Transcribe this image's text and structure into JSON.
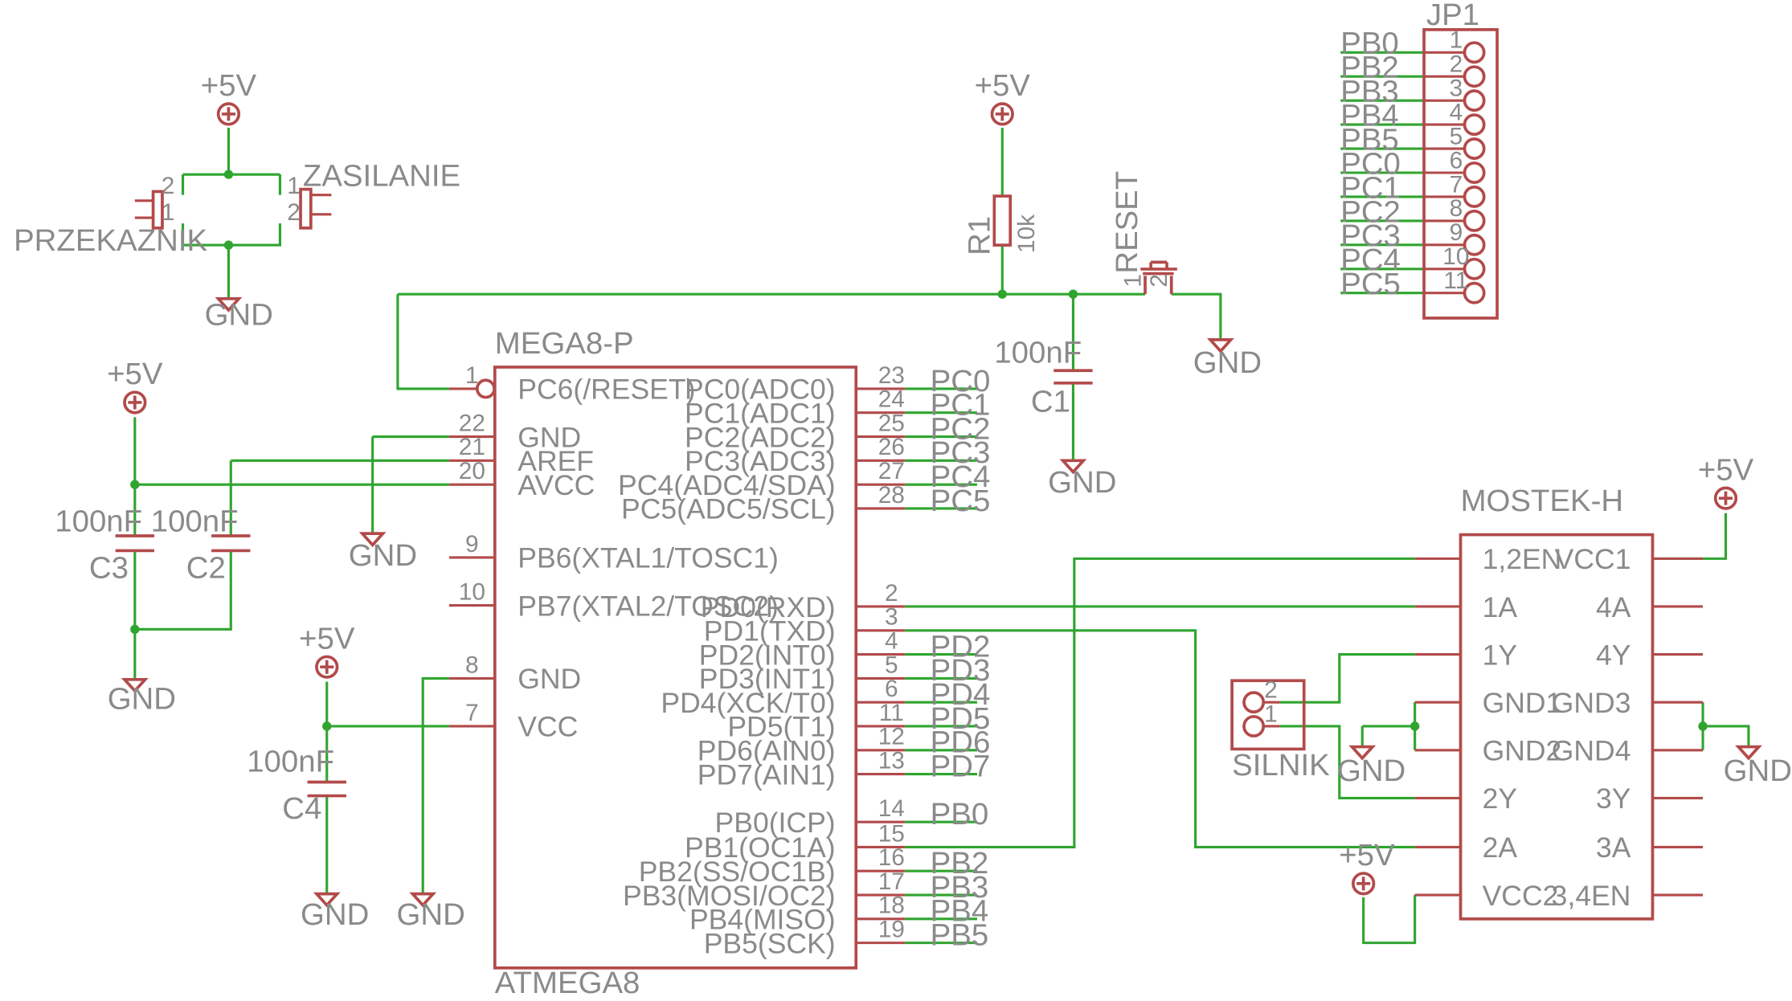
{
  "power": {
    "vcc": "+5V",
    "gnd": "GND"
  },
  "mcu": {
    "name": "MEGA8-P",
    "value": "ATMEGA8",
    "pins_left": [
      {
        "num": "1",
        "name": "PC6(/RESET)"
      },
      {
        "num": "22",
        "name": "GND"
      },
      {
        "num": "21",
        "name": "AREF"
      },
      {
        "num": "20",
        "name": "AVCC"
      },
      {
        "num": "9",
        "name": "PB6(XTAL1/TOSC1)"
      },
      {
        "num": "10",
        "name": "PB7(XTAL2/TOSC2)"
      },
      {
        "num": "8",
        "name": "GND"
      },
      {
        "num": "7",
        "name": "VCC"
      }
    ],
    "pins_right": [
      {
        "num": "23",
        "name": "PC0(ADC0)",
        "net": "PC0"
      },
      {
        "num": "24",
        "name": "PC1(ADC1)",
        "net": "PC1"
      },
      {
        "num": "25",
        "name": "PC2(ADC2)",
        "net": "PC2"
      },
      {
        "num": "26",
        "name": "PC3(ADC3)",
        "net": "PC3"
      },
      {
        "num": "27",
        "name": "PC4(ADC4/SDA)",
        "net": "PC4"
      },
      {
        "num": "28",
        "name": "PC5(ADC5/SCL)",
        "net": "PC5"
      },
      {
        "num": "2",
        "name": "PD0(RXD)",
        "net": ""
      },
      {
        "num": "3",
        "name": "PD1(TXD)",
        "net": ""
      },
      {
        "num": "4",
        "name": "PD2(INT0)",
        "net": "PD2"
      },
      {
        "num": "5",
        "name": "PD3(INT1)",
        "net": "PD3"
      },
      {
        "num": "6",
        "name": "PD4(XCK/T0)",
        "net": "PD4"
      },
      {
        "num": "11",
        "name": "PD5(T1)",
        "net": "PD5"
      },
      {
        "num": "12",
        "name": "PD6(AIN0)",
        "net": "PD6"
      },
      {
        "num": "13",
        "name": "PD7(AIN1)",
        "net": "PD7"
      },
      {
        "num": "14",
        "name": "PB0(ICP)",
        "net": "PB0"
      },
      {
        "num": "15",
        "name": "PB1(OC1A)",
        "net": ""
      },
      {
        "num": "16",
        "name": "PB2(SS/OC1B)",
        "net": "PB2"
      },
      {
        "num": "17",
        "name": "PB3(MOSI/OC2)",
        "net": "PB3"
      },
      {
        "num": "18",
        "name": "PB4(MISO)",
        "net": "PB4"
      },
      {
        "num": "19",
        "name": "PB5(SCK)",
        "net": "PB5"
      }
    ]
  },
  "jp1": {
    "name": "JP1",
    "pins": [
      {
        "num": "1",
        "net": "PB0"
      },
      {
        "num": "2",
        "net": "PB2"
      },
      {
        "num": "3",
        "net": "PB3"
      },
      {
        "num": "4",
        "net": "PB4"
      },
      {
        "num": "5",
        "net": "PB5"
      },
      {
        "num": "6",
        "net": "PC0"
      },
      {
        "num": "7",
        "net": "PC1"
      },
      {
        "num": "8",
        "net": "PC2"
      },
      {
        "num": "9",
        "net": "PC3"
      },
      {
        "num": "10",
        "net": "PC4"
      },
      {
        "num": "11",
        "net": "PC5"
      }
    ]
  },
  "hbridge": {
    "name": "MOSTEK-H",
    "left": [
      "1,2EN",
      "1A",
      "1Y",
      "GND1",
      "GND2",
      "2Y",
      "2A",
      "VCC2"
    ],
    "right": [
      "VCC1",
      "4A",
      "4Y",
      "GND3",
      "GND4",
      "3Y",
      "3A",
      "3,4EN"
    ]
  },
  "parts": {
    "r1": {
      "name": "R1",
      "value": "10k"
    },
    "c1": {
      "name": "C1",
      "value": "100nF"
    },
    "c2": {
      "name": "C2",
      "value": "100nF"
    },
    "c3": {
      "name": "C3",
      "value": "100nF"
    },
    "c4": {
      "name": "C4",
      "value": "100nF"
    },
    "reset": {
      "name": "RESET",
      "pin1": "1",
      "pin2": "2"
    },
    "przekaznik": {
      "name": "PRZEKAZNIK",
      "pin1": "1",
      "pin2": "2"
    },
    "zasilanie": {
      "name": "ZASILANIE",
      "pin1": "1",
      "pin2": "2"
    },
    "silnik": {
      "name": "SILNIK",
      "pin1": "1",
      "pin2": "2"
    }
  }
}
